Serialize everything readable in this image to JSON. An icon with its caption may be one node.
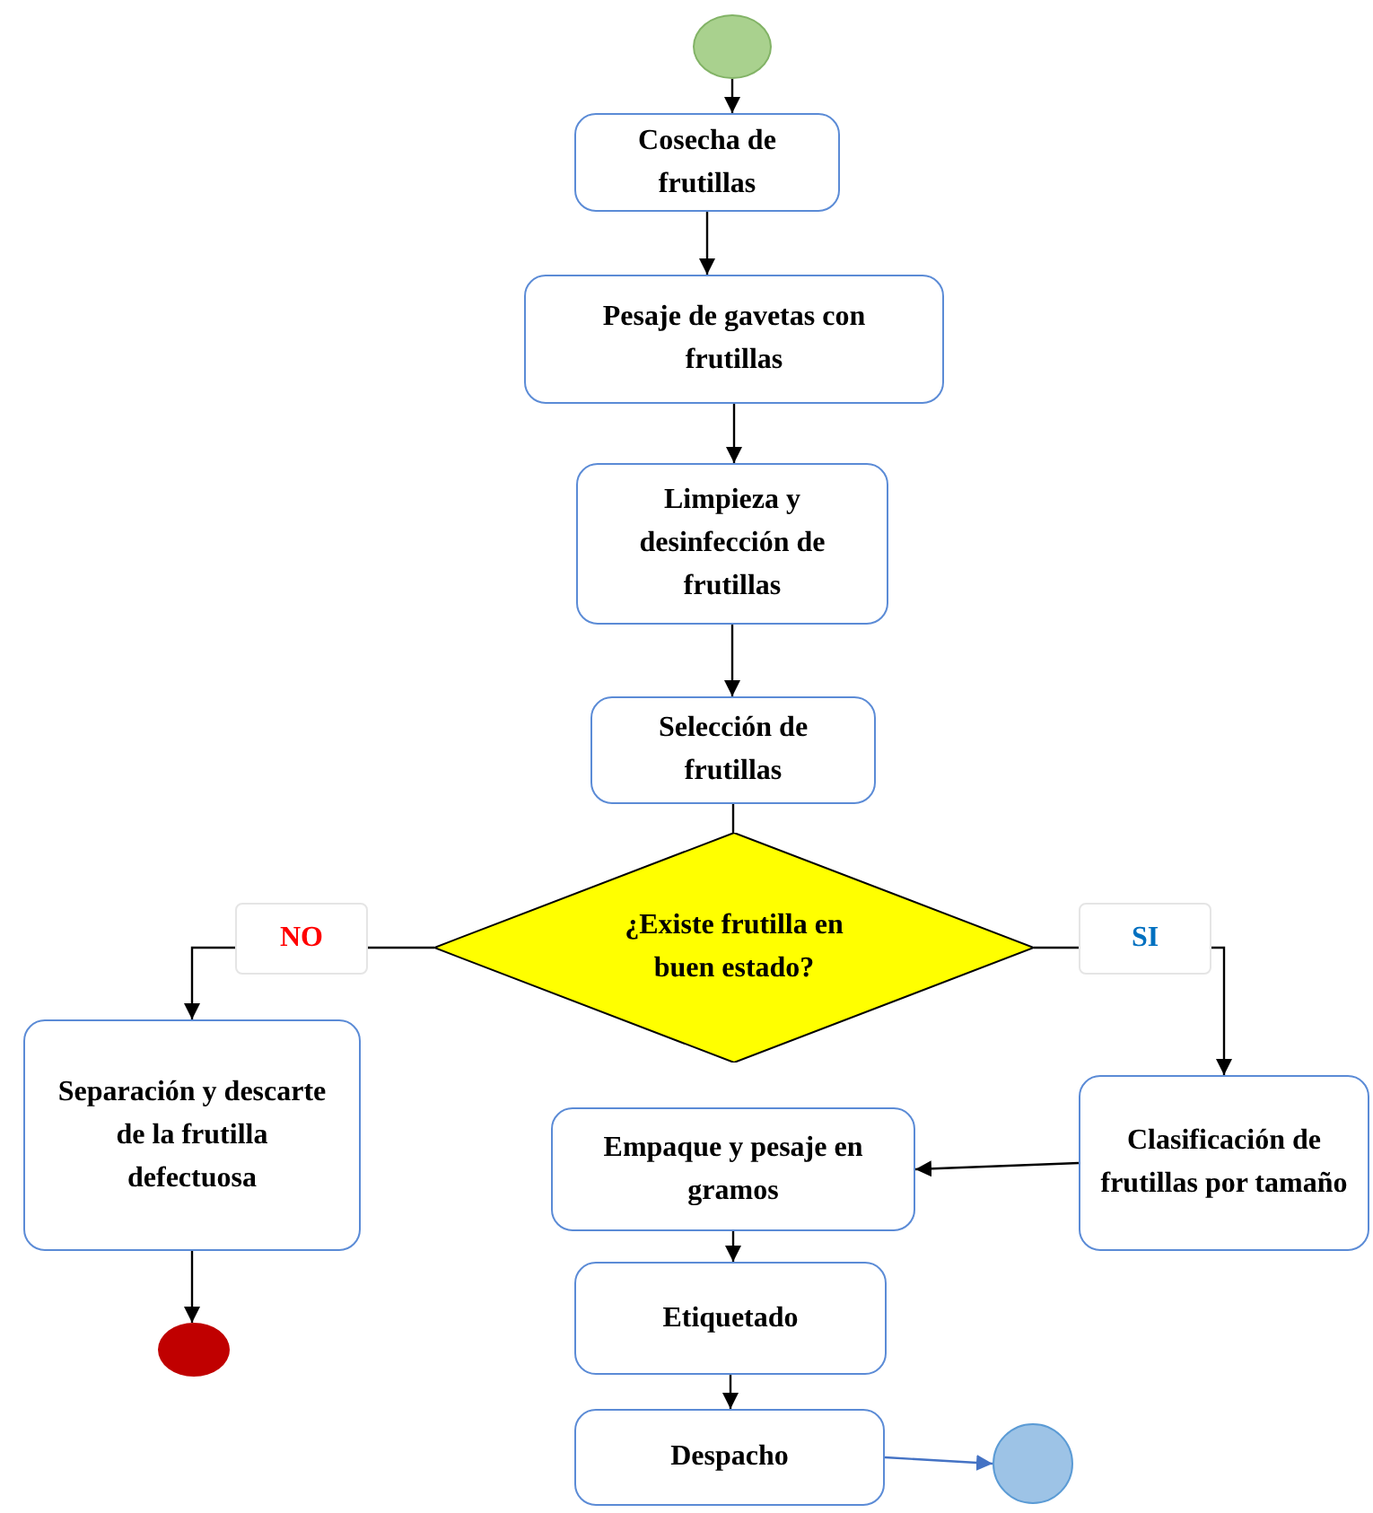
{
  "diagram": {
    "nodes": [
      {
        "text": [],
        "shape": "circle"
      },
      {
        "text": [
          "Cosecha de frutillas"
        ]
      },
      {
        "text": [
          "Pesaje de gavetas con frutillas"
        ]
      },
      {
        "text": [
          "Limpieza y desinfección de frutillas"
        ]
      },
      {
        "text": [
          "Selección de frutillas"
        ]
      },
      {
        "text": [
          "¿Existe frutilla en buen estado?"
        ]
      },
      {
        "text": [
          "Separación y descarte de la frutilla defectuosa"
        ]
      },
      {
        "text": [],
        "shape": "circle"
      },
      {
        "text": [
          "Clasificación de frutillas por tamaño"
        ]
      },
      {
        "text": [
          "Empaque y pesaje en gramos"
        ]
      },
      {
        "text": [
          "Etiquetado"
        ]
      },
      {
        "text": [
          "Despacho"
        ]
      },
      {
        "text": [],
        "shape": "circle"
      }
    ],
    "edges": [
      {
        "from": 0,
        "to": 1,
        "arrow": "to"
      },
      {
        "from": 1,
        "to": 2,
        "arrow": "to"
      },
      {
        "from": 2,
        "to": 3,
        "arrow": "to"
      },
      {
        "from": 3,
        "to": 4,
        "arrow": "to"
      },
      {
        "from": 4,
        "to": 5,
        "arrow": "none"
      },
      {
        "from": 5,
        "to": 6,
        "arrow": "to",
        "label": "NO"
      },
      {
        "from": 5,
        "to": 8,
        "arrow": "to",
        "label": "SI"
      },
      {
        "from": 8,
        "to": 9,
        "arrow": "to"
      },
      {
        "from": 9,
        "to": 10,
        "arrow": "to"
      },
      {
        "from": 10,
        "to": 11,
        "arrow": "to"
      },
      {
        "from": 11,
        "to": 12,
        "arrow": "to",
        "color": "#4472c4"
      },
      {
        "from": 6,
        "to": 7,
        "arrow": "to"
      }
    ]
  }
}
